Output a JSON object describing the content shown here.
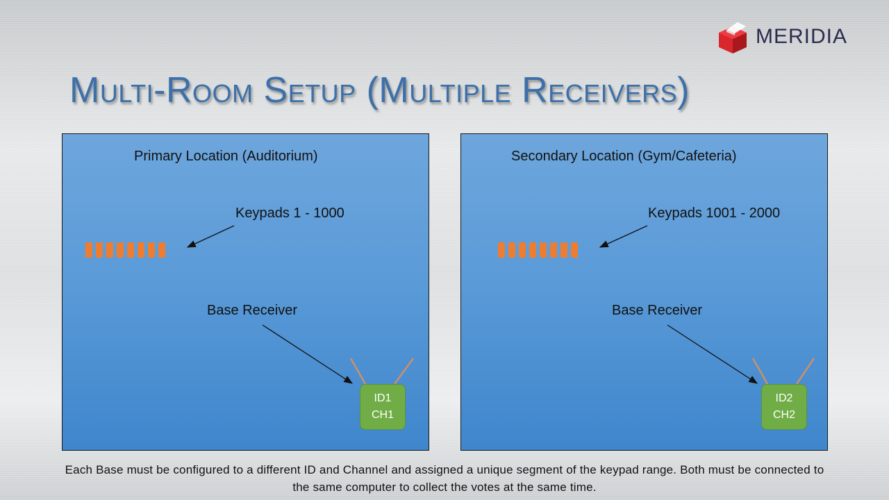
{
  "logo": {
    "icon": "red-cube-icon",
    "text": "MERIDIA",
    "brand_color": "#d9262c",
    "text_color": "#2a2c4e"
  },
  "title": "Multi-Room Setup (Multiple Receivers)",
  "panels": [
    {
      "heading": "Primary Location (Auditorium)",
      "keypads_label": "Keypads 1 - 1000",
      "keypad_count": 8,
      "receiver_label": "Base Receiver",
      "receiver_id": "ID1",
      "receiver_channel": "CH1"
    },
    {
      "heading": "Secondary Location (Gym/Cafeteria)",
      "keypads_label": "Keypads 1001 - 2000",
      "keypad_count": 8,
      "receiver_label": "Base Receiver",
      "receiver_id": "ID2",
      "receiver_channel": "CH2"
    }
  ],
  "footer": "Each Base must be configured to a different ID and Channel and assigned a unique segment of the keypad range. Both must be connected to the same computer to collect the votes at the same time.",
  "colors": {
    "panel": "#5b9bd8",
    "keypad": "#ed7d31",
    "receiver": "#70ad47",
    "antenna": "#c9906a",
    "title": "#3d70a8"
  }
}
